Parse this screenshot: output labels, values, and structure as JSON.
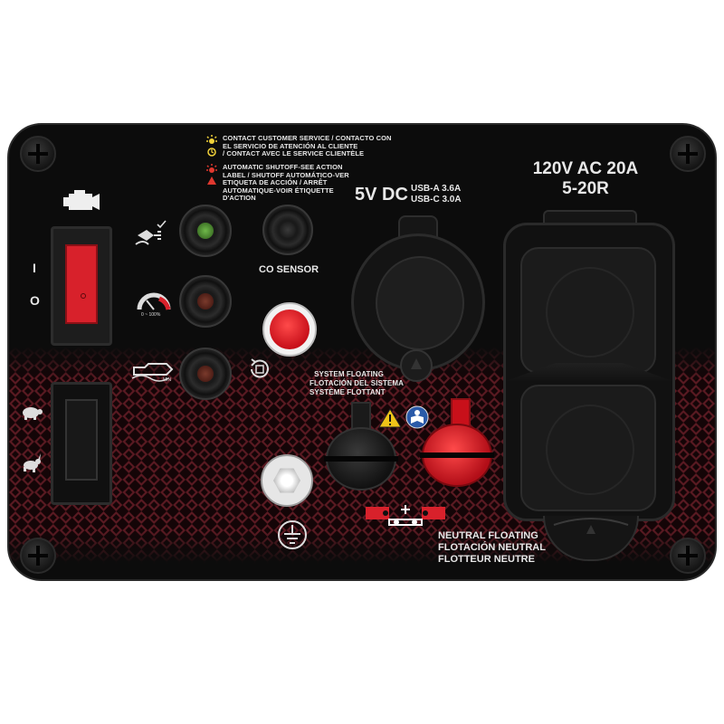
{
  "panel": {
    "colors": {
      "panel": "#0c0c0c",
      "accent_red": "#d8212b",
      "mesh": "#5a1a22",
      "text": "#e8e8e8"
    }
  },
  "indicator_legend": {
    "customer_service_lines": [
      "CONTACT CUSTOMER SERVICE / CONTACTO CON",
      "EL SERVICIO DE ATENCIÓN AL CLIENTE",
      "/ CONTACT AVEC LE SERVICE CLIENTÈLE"
    ],
    "shutoff_lines": [
      "AUTOMATIC SHUTOFF-SEE ACTION",
      "LABEL / SHUTOFF AUTOMÁTICO-VER",
      "ETIQUETA DE ACCIÓN / ARRÊT",
      "AUTOMATIQUE-VOIR ÉTIQUETTE",
      "D'ACTION"
    ]
  },
  "labels": {
    "co_sensor": "CO SENSOR",
    "dc_title": "5V DC",
    "usb_a": "USB-A 3.6A",
    "usb_c": "USB-C 3.0A",
    "ac_title": "120V AC 20A",
    "ac_receptacle": "5-20R",
    "system_floating": [
      "SYSTEM FLOATING",
      "FLOTACIÓN DEL SISTEMA",
      "SYSTÈME FLOTTANT"
    ],
    "neutral_floating": [
      "NEUTRAL FLOATING",
      "FLOTACIÓN NEUTRAL",
      "FLOTTEUR NEUTRE"
    ],
    "switch_on_mark": "I",
    "switch_off_mark": "O"
  },
  "icons": {
    "engine": "engine-icon",
    "overload": "overload-plug-icon",
    "output_gauge": "output-gauge-icon",
    "oil": "low-oil-icon",
    "reset": "reset-icon",
    "ground": "ground-icon",
    "turtle": "turtle-icon",
    "rabbit": "rabbit-icon",
    "warning": "warning-icon",
    "manual": "read-manual-icon"
  }
}
